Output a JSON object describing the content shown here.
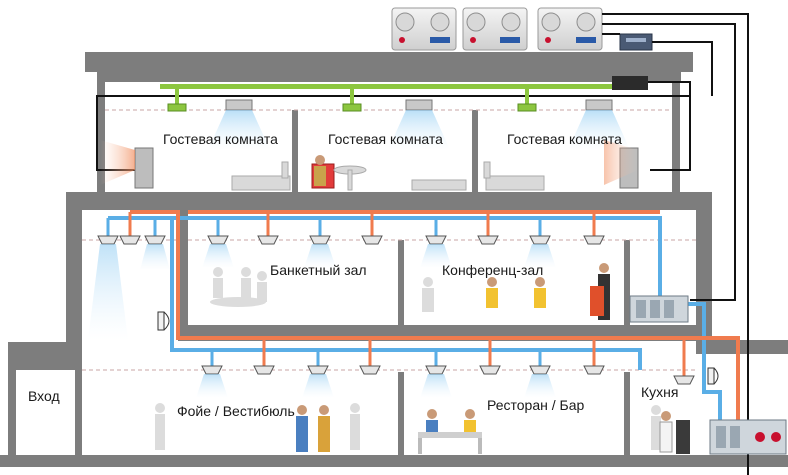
{
  "rooms": {
    "guest_room_1": "Гостевая комната",
    "guest_room_2": "Гостевая комната",
    "guest_room_3": "Гостевая комната",
    "banquet_hall": "Банкетный зал",
    "conference_hall": "Конференц-зал",
    "entrance": "Вход",
    "foyer_lobby": "Фойе / Вестибюль",
    "restaurant_bar": "Ресторан / Бар",
    "kitchen": "Кухня"
  },
  "colors": {
    "wall": "#7d7d7d",
    "refrigerant_line": "#111111",
    "supply_duct_blue": "#5aaee6",
    "return_duct_orange": "#f07b4e",
    "ventilation_green": "#8cc63f"
  }
}
